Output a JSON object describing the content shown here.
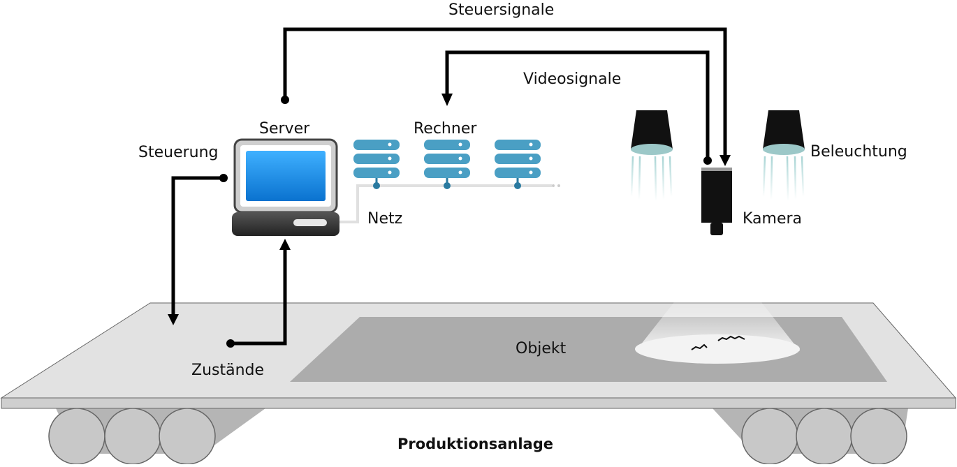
{
  "labels": {
    "steuersignale": "Steuersignale",
    "videosignale": "Videosignale",
    "server": "Server",
    "rechner": "Rechner",
    "steuerung": "Steuerung",
    "netz": "Netz",
    "beleuchtung": "Beleuchtung",
    "kamera": "Kamera",
    "objekt": "Objekt",
    "zustaende": "Zustände",
    "produktionsanlage": "Produktionsanlage"
  },
  "colors": {
    "wire": "#000000",
    "platform_top": "#e2e2e2",
    "platform_edge": "#cfcfcf",
    "object_area": "#acacac",
    "roller": "#c8c8c8",
    "monitor_screen": "#1e90e6",
    "server_unit": "#4a9fc4",
    "network_line": "#e0e0e0",
    "lamp": "#111111",
    "lamp_light": "#a8d4d4"
  },
  "icons": {
    "server": "computer-monitor-icon",
    "rechner": "server-rack-icon",
    "beleuchtung": "spotlight-icon",
    "kamera": "camera-icon"
  }
}
